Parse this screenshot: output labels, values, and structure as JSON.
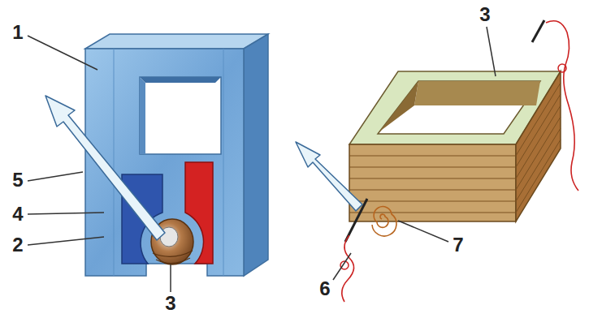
{
  "diagram": {
    "labels": [
      "1",
      "5",
      "4",
      "2",
      "3",
      "3",
      "6",
      "7"
    ]
  }
}
